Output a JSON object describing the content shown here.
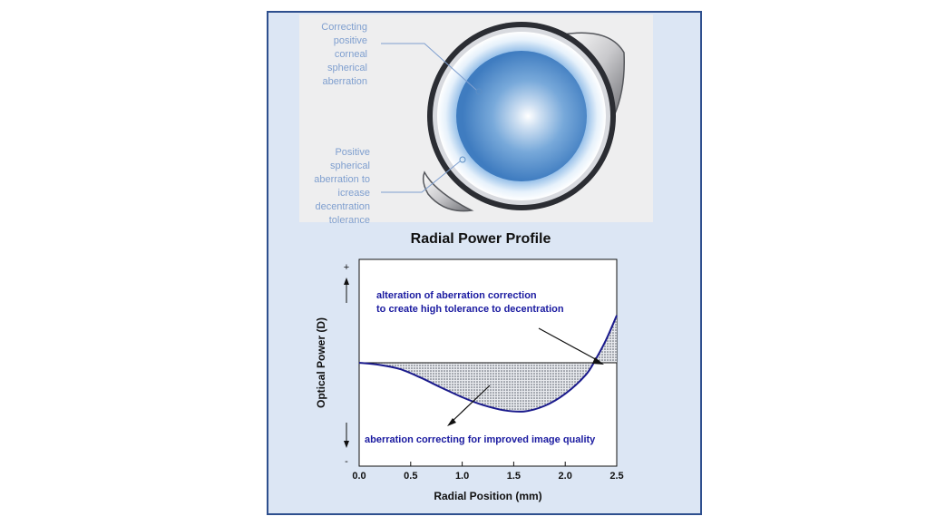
{
  "lens_annotations": {
    "central": [
      "Correcting",
      "positive",
      "corneal",
      "spherical",
      "aberration"
    ],
    "peripheral": [
      "Positive",
      "spherical",
      "aberration to",
      "icrease",
      "decentration",
      "tolerance"
    ]
  },
  "chart_data": {
    "type": "line",
    "title": "Radial Power Profile",
    "xlabel": "Radial Position (mm)",
    "ylabel": "Optical Power (D)",
    "xlim": [
      0,
      2.5
    ],
    "x_ticks": [
      "0.0",
      "0.5",
      "1.0",
      "1.5",
      "2.0",
      "2.5"
    ],
    "y_ticks": [
      "+",
      "-"
    ],
    "grid": false,
    "series": [
      {
        "x": [
          0,
          0.2,
          0.4,
          0.6,
          0.8,
          1.0,
          1.2,
          1.4,
          1.6,
          1.8,
          2.0,
          2.2,
          2.3,
          2.4,
          2.5
        ],
        "y": [
          0,
          -0.05,
          -0.15,
          -0.35,
          -0.58,
          -0.8,
          -0.98,
          -1.1,
          -1.13,
          -1.0,
          -0.72,
          -0.28,
          0.1,
          0.55,
          1.1
        ]
      }
    ],
    "ylim": [
      -2.4,
      2.4
    ],
    "annotations": [
      {
        "text_lines": [
          "alteration of aberration correction",
          "to create high tolerance to decentration"
        ]
      },
      {
        "text_lines": [
          "aberration correcting for improved image quality"
        ]
      }
    ]
  }
}
